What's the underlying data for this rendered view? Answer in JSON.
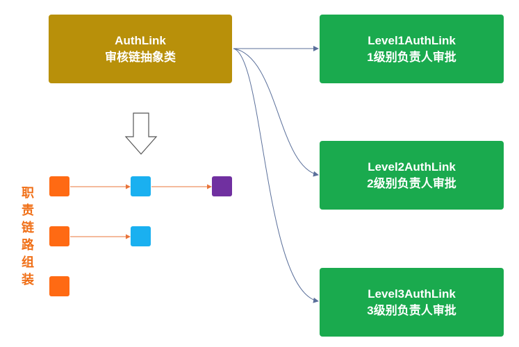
{
  "abstract": {
    "title": "AuthLink",
    "subtitle": "审核链抽象类"
  },
  "levels": [
    {
      "title": "Level1AuthLink",
      "subtitle": "1级别负责人审批"
    },
    {
      "title": "Level2AuthLink",
      "subtitle": "2级别负责人审批"
    },
    {
      "title": "Level3AuthLink",
      "subtitle": "3级别负责人审批"
    }
  ],
  "chain_label": [
    "职",
    "责",
    "链",
    "路",
    "组",
    "装"
  ],
  "colors": {
    "abstract": "#b8900a",
    "level": "#1aaa4e",
    "node_orange": "#ff6a13",
    "node_blue": "#1ab0f0",
    "node_purple": "#7030a0",
    "label": "#f07018",
    "connector": "#5a6f9a",
    "chain_arrow": "#e8743a"
  }
}
